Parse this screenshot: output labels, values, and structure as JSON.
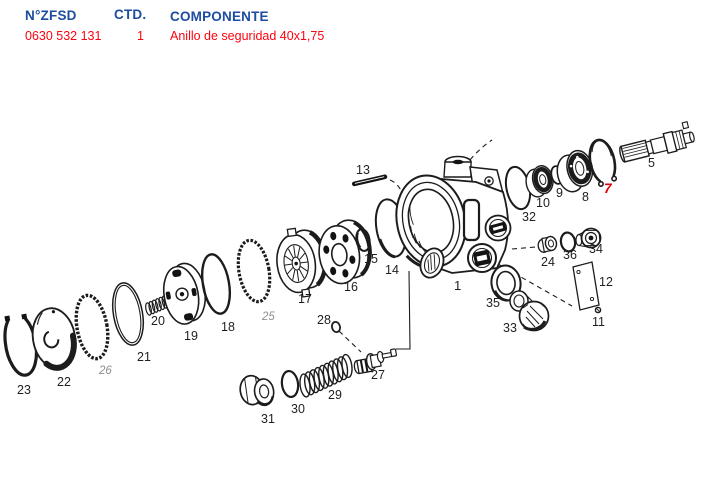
{
  "header": {
    "columns": {
      "part_no": "N°ZFSD",
      "qty": "CTD.",
      "component": "COMPONENTE"
    },
    "selected_row": {
      "part_no": "0630 532 131",
      "qty": "1",
      "component": "Anillo de seguridad 40x1,75"
    },
    "colors": {
      "header_text": "#1d4da0",
      "row_text": "#fa0410",
      "highlight_label": "#e10006"
    }
  },
  "diagram": {
    "highlighted_part": "7",
    "labels": {
      "p1": "1",
      "p5": "5",
      "p7": "7",
      "p8": "8",
      "p9": "9",
      "p10": "10",
      "p11": "11",
      "p12": "12",
      "p13": "13",
      "p14": "14",
      "p15": "15",
      "p16": "16",
      "p17": "17",
      "p18": "18",
      "p19": "19",
      "p20": "20",
      "p21": "21",
      "p22": "22",
      "p23": "23",
      "p24": "24",
      "p25": "25",
      "p26": "26",
      "p27": "27",
      "p28": "28",
      "p29": "29",
      "p30": "30",
      "p31": "31",
      "p32": "32",
      "p33": "33",
      "p34": "34",
      "p35": "35",
      "p36": "36"
    }
  }
}
